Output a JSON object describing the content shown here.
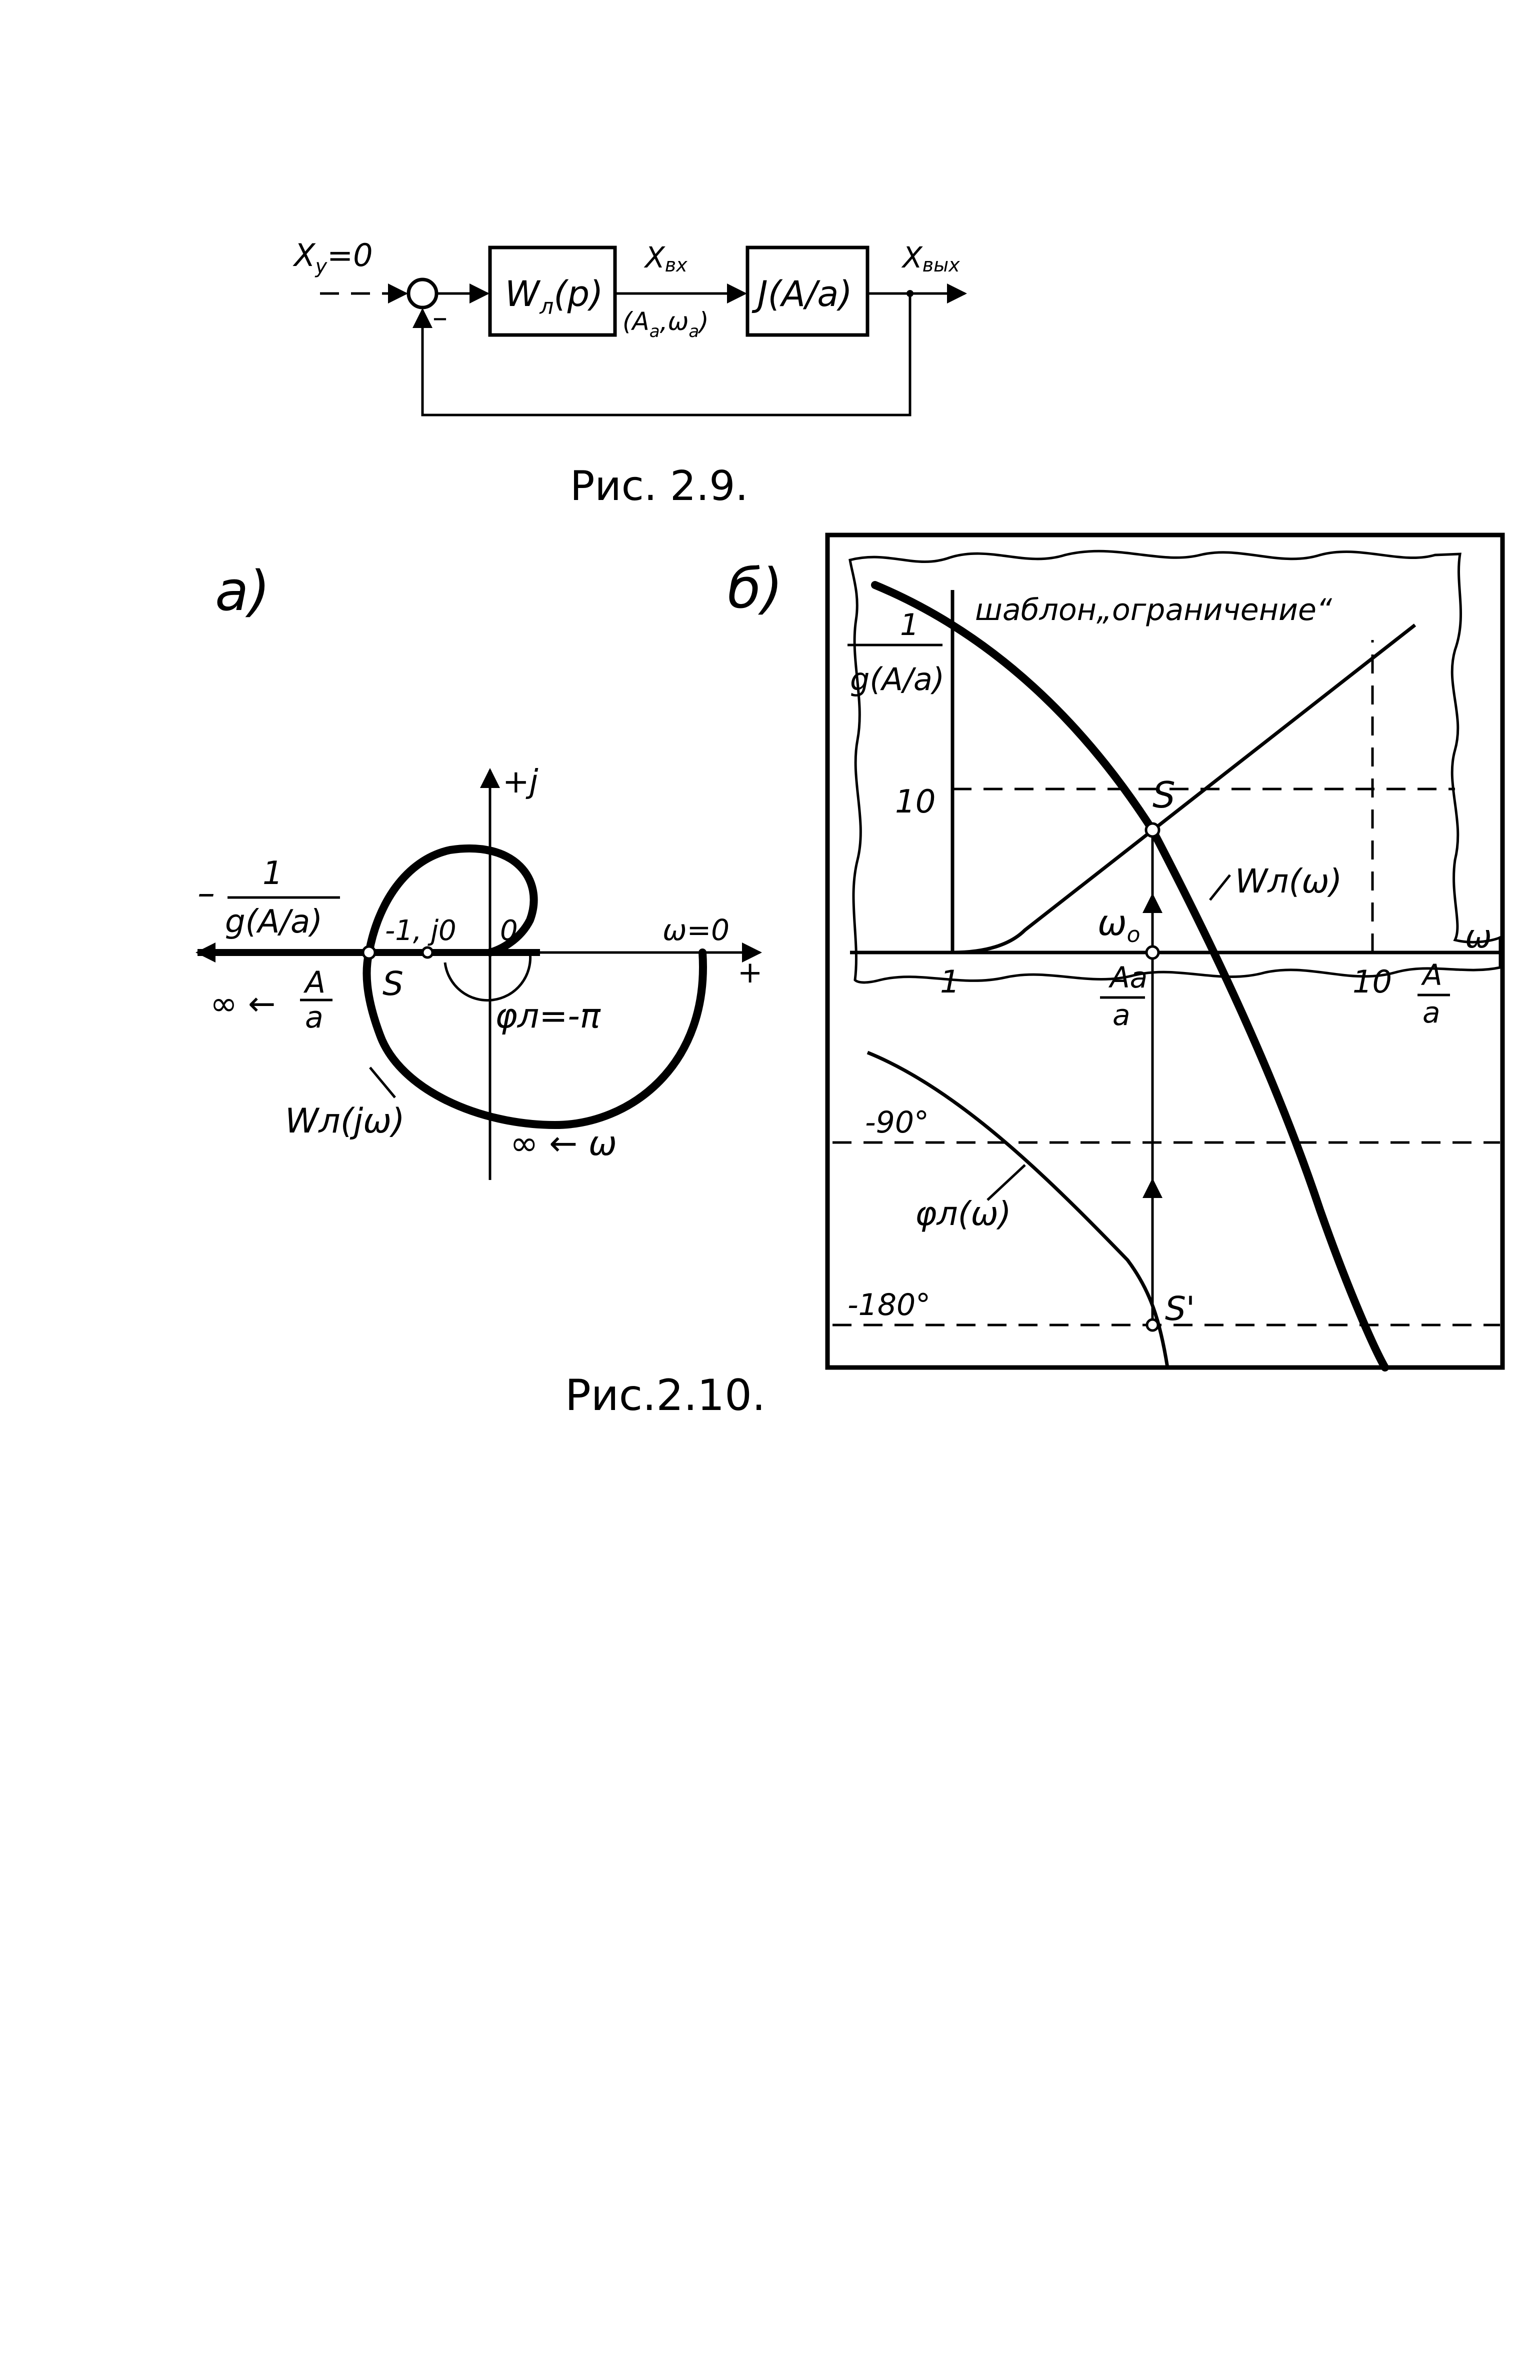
{
  "fig29": {
    "input_label": "X",
    "input_sub": "у",
    "input_eq": "=0",
    "minus": "–",
    "block1": "W",
    "block1_sub": "л",
    "block1_arg": "(p)",
    "signal": "X",
    "signal_sub": "вх",
    "signal_params": "(A",
    "signal_params_a": "a",
    "signal_params_w": ",ω",
    "signal_params_end": ")",
    "block2": "J(A/a)",
    "output_label": "X",
    "output_sub": "вых",
    "caption": "Рис. 2.9."
  },
  "fig210a": {
    "panel": "а)",
    "axis_imag": "+j",
    "axis_real_plus": "+",
    "origin": "0",
    "crit_point": "-1, j0",
    "omega_zero": "ω=0",
    "inv_num": "1",
    "inv_minus": "–",
    "inv_den": "g(A/a)",
    "inf_A": "∞ ←",
    "A_num": "A",
    "A_den": "a",
    "S": "S",
    "phase": "φл=-π",
    "curve": "Wл(jω)",
    "inf_omega": "∞ ← ω"
  },
  "fig210b": {
    "panel": "б)",
    "template_title": "шаблон„ограничение“",
    "inv_num": "1",
    "inv_den": "g(A/a)",
    "tick_10": "10",
    "S": "S",
    "W_label": "Wл(ω)",
    "omega_axis": "ω",
    "omega0": "ω",
    "omega0_sub": "o",
    "x_tick_1": "1",
    "x_tick_10": "10",
    "Aa_num": "Aa",
    "Aa_den": "a",
    "A_num": "A",
    "A_den": "a",
    "minus90": "-90°",
    "phase_label": "φл(ω)",
    "minus180": "-180°",
    "S_prime": "S'"
  },
  "caption_210": "Рис.2.10."
}
